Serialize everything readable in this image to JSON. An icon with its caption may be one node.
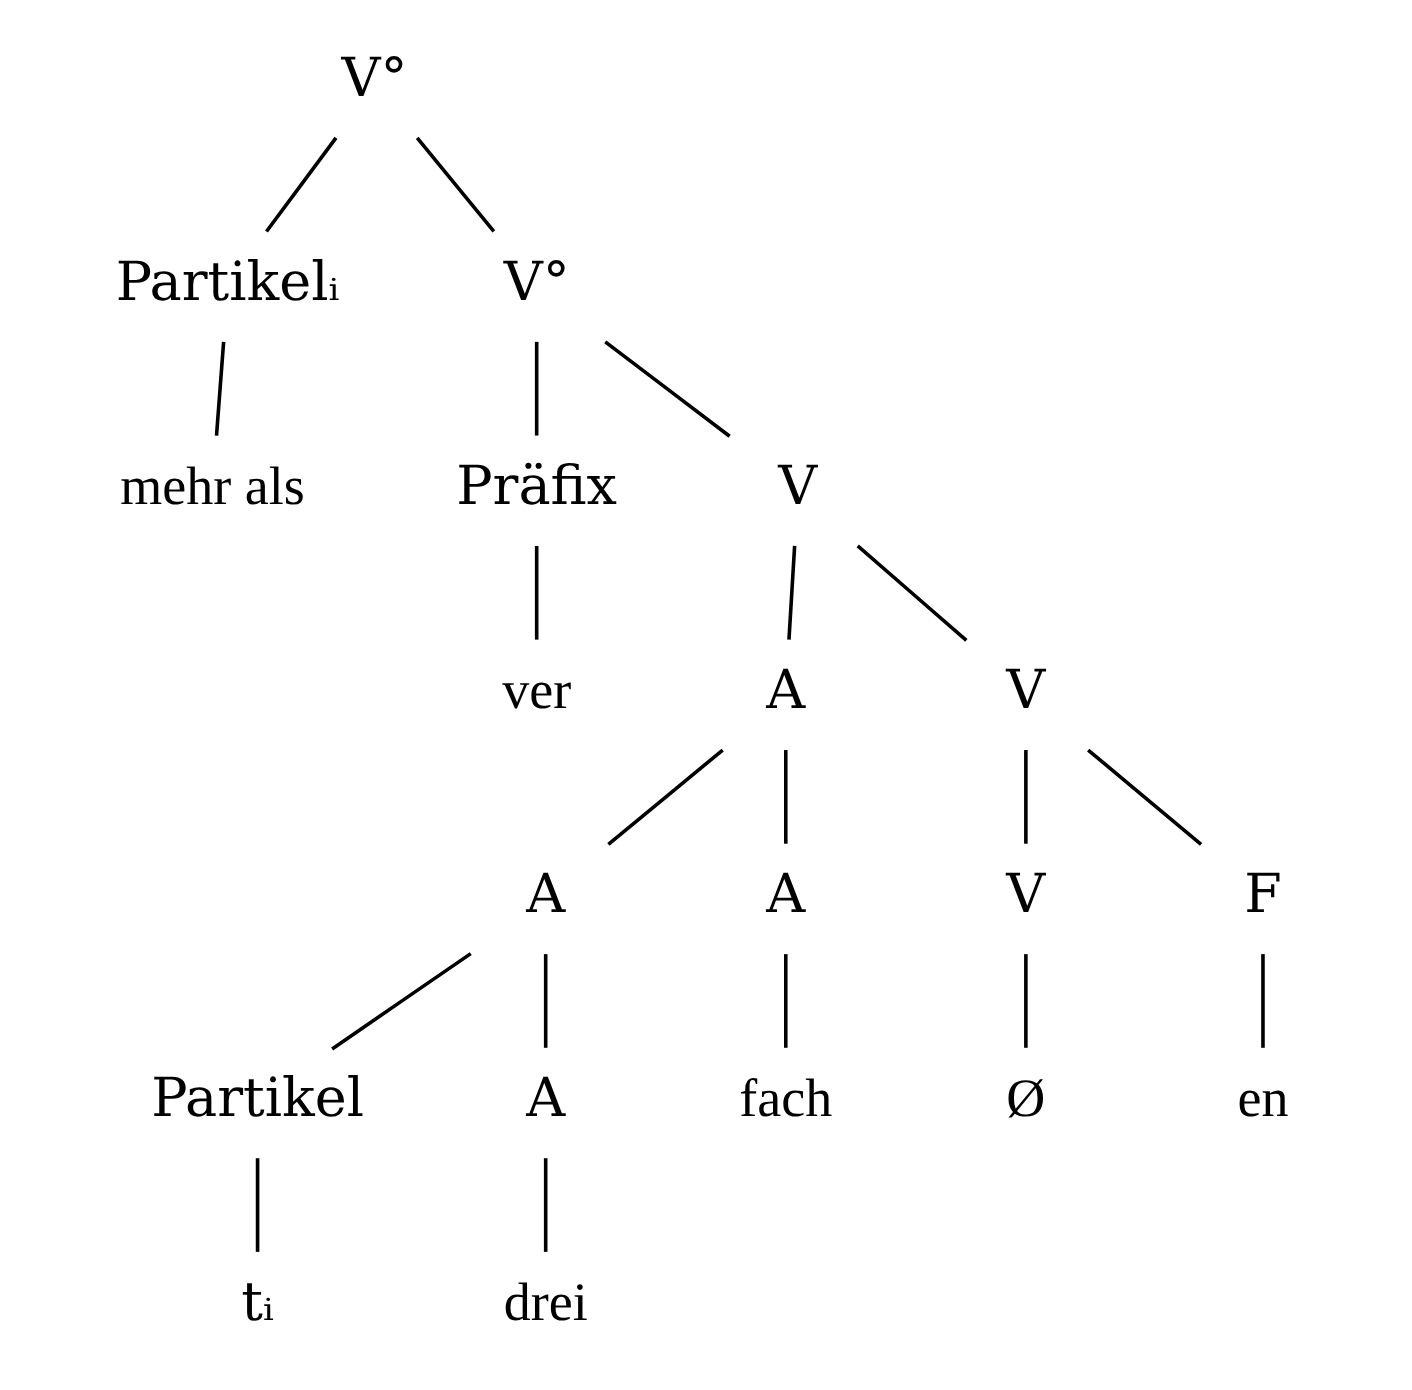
{
  "diagram": {
    "nodes": [
      {
        "text": [
          "V°"
        ]
      },
      {
        "text": [
          "Partikelᵢ"
        ]
      },
      {
        "text": [
          "mehr als"
        ]
      },
      {
        "text": [
          "V°"
        ]
      },
      {
        "text": [
          "Präfix"
        ]
      },
      {
        "text": [
          "ver"
        ]
      },
      {
        "text": [
          "V"
        ]
      },
      {
        "text": [
          "A"
        ]
      },
      {
        "text": [
          "V"
        ]
      },
      {
        "text": [
          "A"
        ]
      },
      {
        "text": [
          "A"
        ]
      },
      {
        "text": [
          "V"
        ]
      },
      {
        "text": [
          "F"
        ]
      },
      {
        "text": [
          "Partikel"
        ]
      },
      {
        "text": [
          "A"
        ]
      },
      {
        "text": [
          "fach"
        ]
      },
      {
        "text": [
          "Ø"
        ]
      },
      {
        "text": [
          "en"
        ]
      },
      {
        "text": [
          "tᵢ"
        ]
      },
      {
        "text": [
          "drei"
        ]
      }
    ],
    "edges": [
      {
        "from": 0,
        "to": 1,
        "arrow": "none"
      },
      {
        "from": 0,
        "to": 3,
        "arrow": "none"
      },
      {
        "from": 1,
        "to": 2,
        "arrow": "none"
      },
      {
        "from": 3,
        "to": 4,
        "arrow": "none"
      },
      {
        "from": 3,
        "to": 6,
        "arrow": "none"
      },
      {
        "from": 4,
        "to": 5,
        "arrow": "none"
      },
      {
        "from": 6,
        "to": 7,
        "arrow": "none"
      },
      {
        "from": 6,
        "to": 8,
        "arrow": "none"
      },
      {
        "from": 7,
        "to": 9,
        "arrow": "none"
      },
      {
        "from": 7,
        "to": 10,
        "arrow": "none"
      },
      {
        "from": 8,
        "to": 11,
        "arrow": "none"
      },
      {
        "from": 8,
        "to": 12,
        "arrow": "none"
      },
      {
        "from": 9,
        "to": 13,
        "arrow": "none"
      },
      {
        "from": 9,
        "to": 14,
        "arrow": "none"
      },
      {
        "from": 10,
        "to": 15,
        "arrow": "none"
      },
      {
        "from": 11,
        "to": 16,
        "arrow": "none"
      },
      {
        "from": 12,
        "to": 17,
        "arrow": "none"
      },
      {
        "from": 13,
        "to": 18,
        "arrow": "none"
      },
      {
        "from": 14,
        "to": 19,
        "arrow": "none"
      }
    ]
  }
}
